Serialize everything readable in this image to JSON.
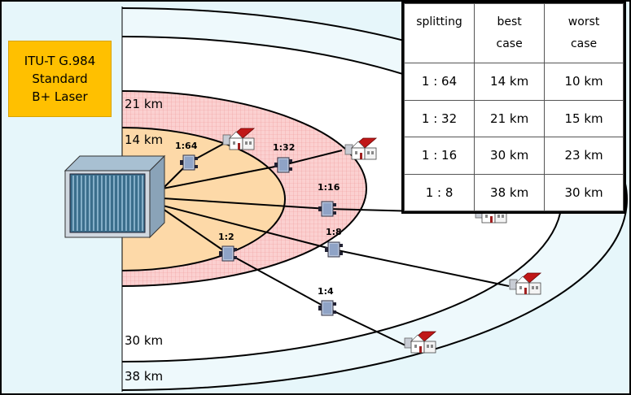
{
  "standard_box": {
    "lines": [
      "ITU-T G.984",
      "Standard",
      "B+ Laser"
    ]
  },
  "ring_labels": {
    "r14": "14 km",
    "r21": "21 km",
    "r30": "30 km",
    "r38": "38 km"
  },
  "splitters": {
    "s64": "1:64",
    "s32": "1:32",
    "s16": "1:16",
    "s8": "1:8",
    "s2": "1:2",
    "s4": "1:4"
  },
  "table": {
    "headers": {
      "splitting": "splitting",
      "best_1": "best",
      "best_2": "case",
      "worst_1": "worst",
      "worst_2": "case"
    },
    "rows": [
      {
        "split": "1 : 64",
        "best": "14 km",
        "worst": "10 km"
      },
      {
        "split": "1 : 32",
        "best": "21 km",
        "worst": "15 km"
      },
      {
        "split": "1 : 16",
        "best": "30 km",
        "worst": "23 km"
      },
      {
        "split": "1 : 8",
        "best": "38 km",
        "worst": "30 km"
      }
    ]
  },
  "colors": {
    "outer_bg": "#e6f6fa",
    "ring_30_38": "#eef9fc",
    "ring_21_30": "#ffffff",
    "ring_14_21": "#fbd0d0",
    "ring_0_14": "#fdd9a8",
    "standard_box": "#ffc000",
    "house_roof": "#c01818"
  }
}
